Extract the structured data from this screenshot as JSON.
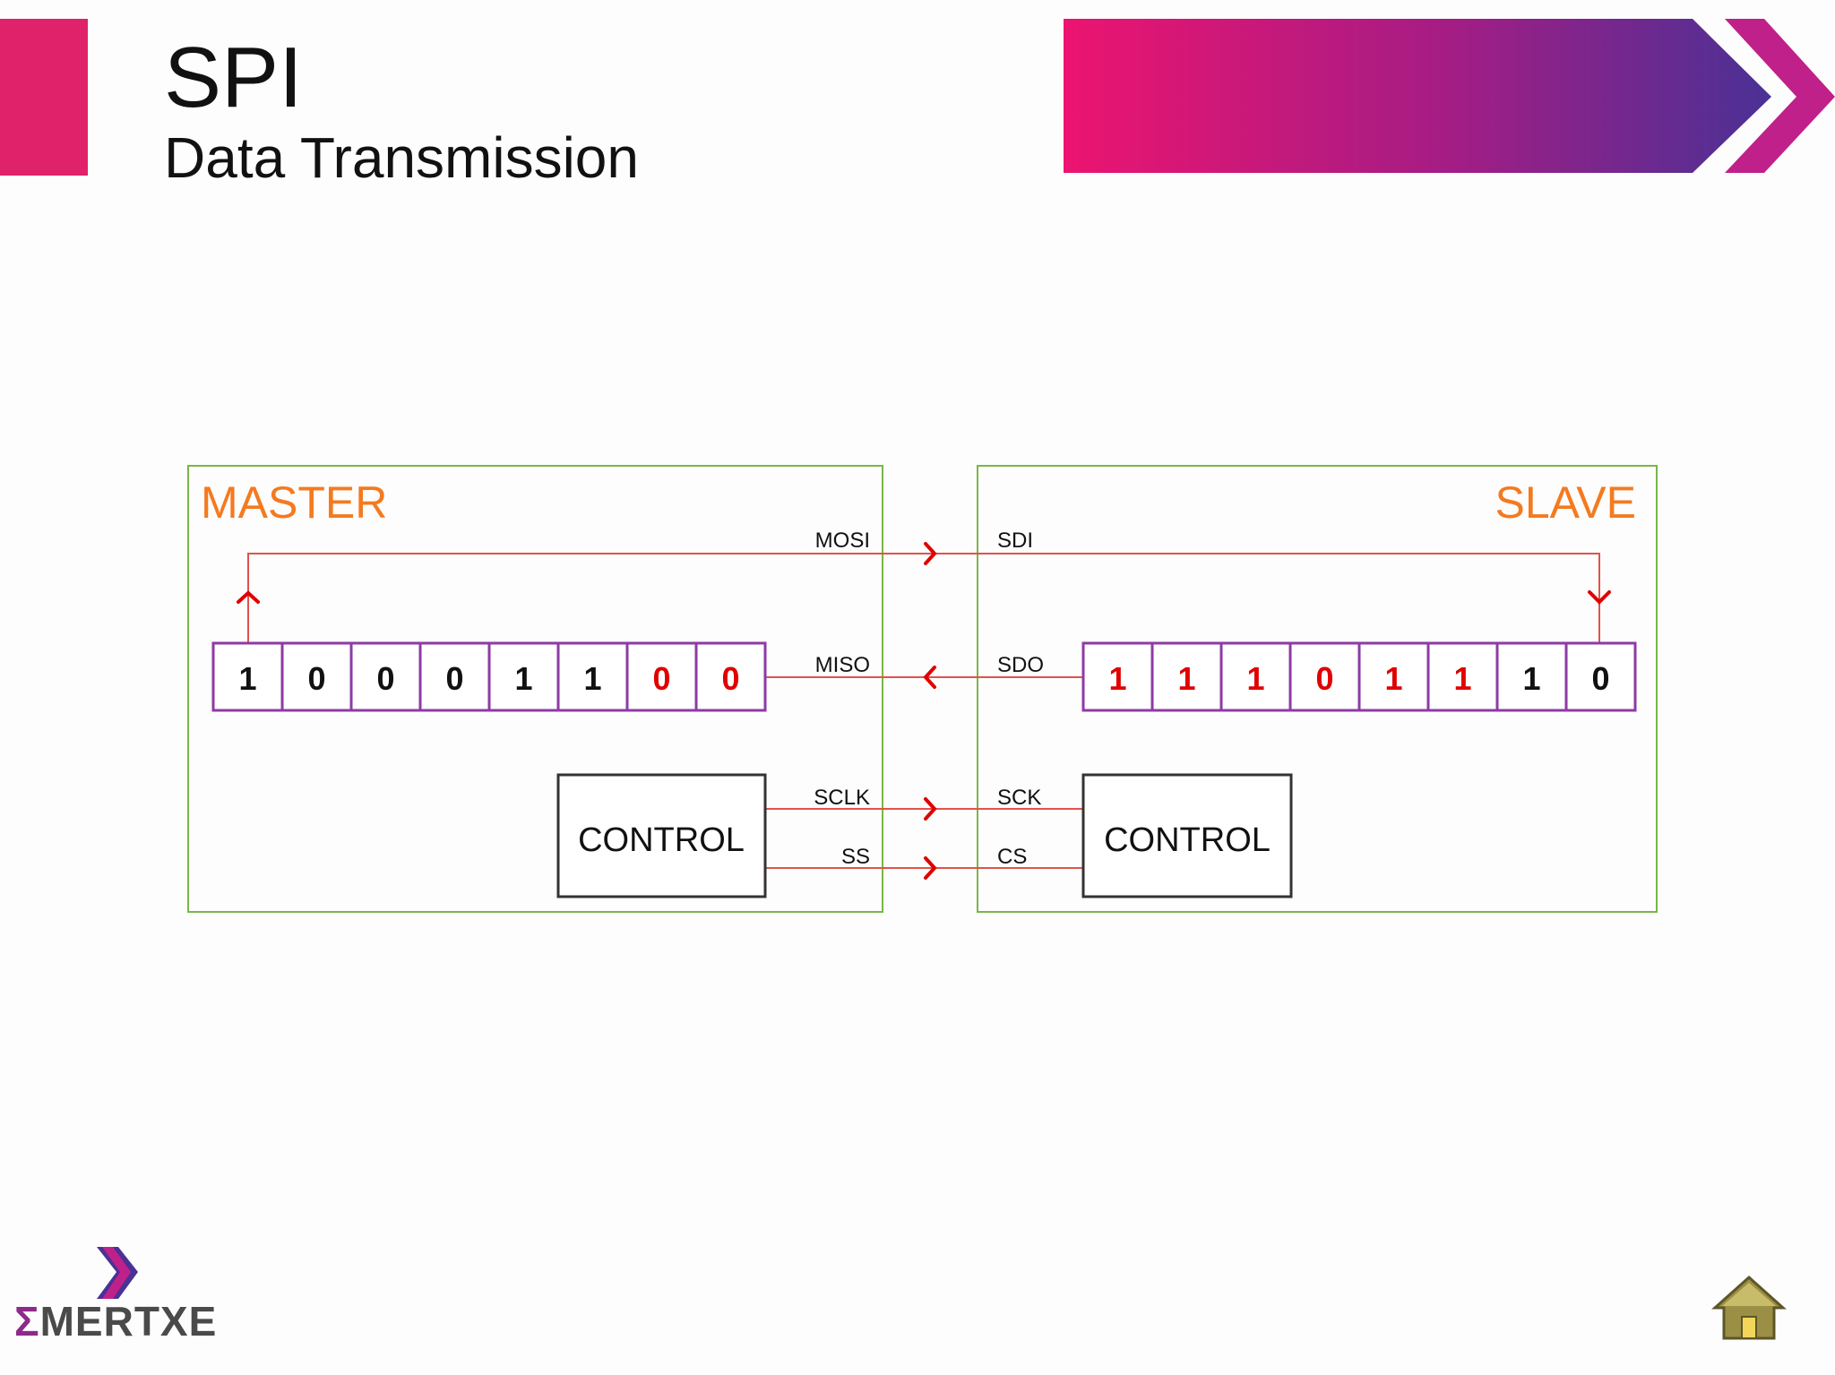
{
  "slide": {
    "title": "SPI",
    "subtitle": "Data Transmission"
  },
  "diagram": {
    "master": {
      "label": "MASTER",
      "register_bits": [
        "1",
        "0",
        "0",
        "0",
        "1",
        "1",
        "0",
        "0"
      ],
      "bit_colors": [
        "#111111",
        "#111111",
        "#111111",
        "#111111",
        "#111111",
        "#111111",
        "#e00000",
        "#e00000"
      ],
      "control_label": "CONTROL"
    },
    "slave": {
      "label": "SLAVE",
      "register_bits": [
        "1",
        "1",
        "1",
        "0",
        "1",
        "1",
        "1",
        "0"
      ],
      "bit_colors": [
        "#e00000",
        "#e00000",
        "#e00000",
        "#e00000",
        "#e00000",
        "#e00000",
        "#111111",
        "#111111"
      ],
      "control_label": "CONTROL"
    },
    "signals": {
      "mosi": "MOSI",
      "sdi": "SDI",
      "miso": "MISO",
      "sdo": "SDO",
      "sclk": "SCLK",
      "sck": "SCK",
      "ss": "SS",
      "cs": "CS"
    },
    "colors": {
      "box_border": "#7ab648",
      "register_border": "#8e3aa6",
      "wire": "#e0534a",
      "arrow": "#e00000",
      "label_orange": "#f47a20"
    }
  },
  "logo": {
    "sigma": "Σ",
    "text": "MERTXE"
  },
  "icons": {
    "home": "home-icon",
    "logo": "emertxe-chevron-logo"
  }
}
